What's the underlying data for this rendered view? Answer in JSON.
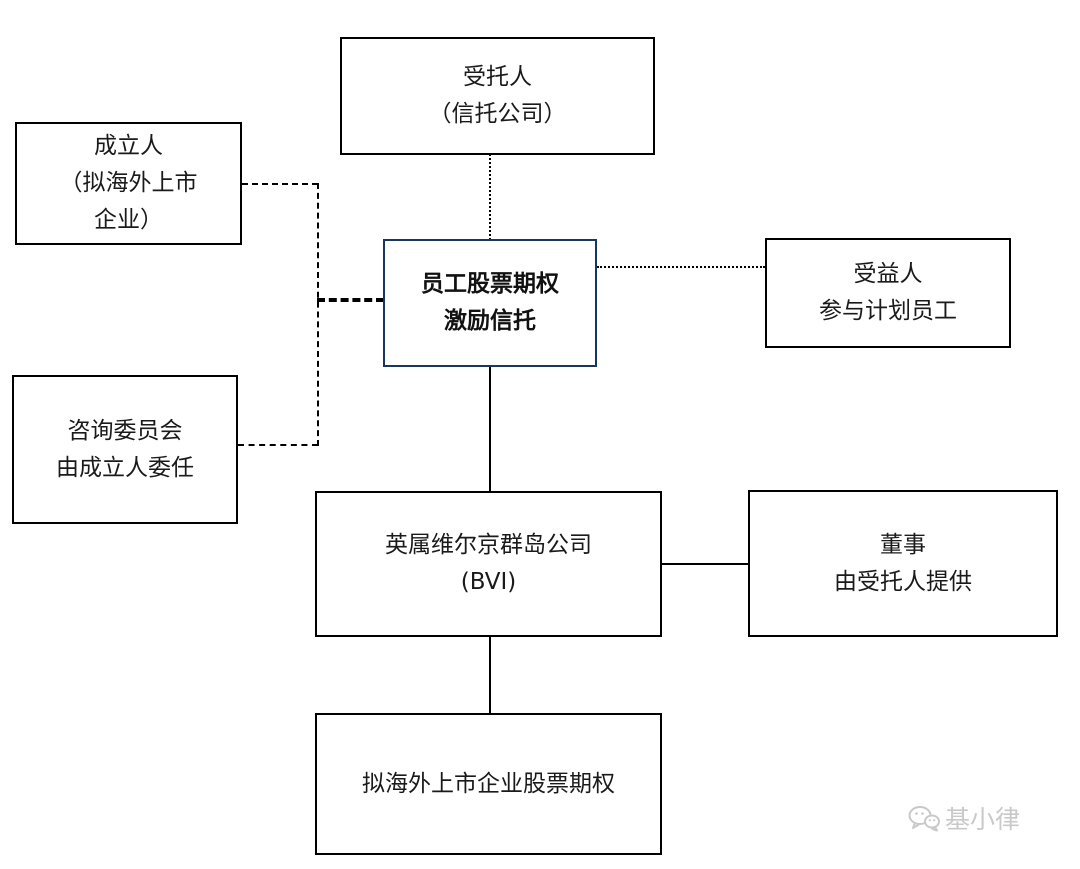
{
  "diagram": {
    "nodes": {
      "trustee": {
        "lines": [
          "受托人",
          "（信托公司）"
        ]
      },
      "founder": {
        "lines": [
          "成立人",
          "（拟海外上市",
          "企业）"
        ]
      },
      "trust": {
        "lines": [
          "员工股票期权",
          "激励信托"
        ]
      },
      "beneficiary": {
        "lines": [
          "受益人",
          "参与计划员工"
        ]
      },
      "advisory": {
        "lines": [
          "咨询委员会",
          "由成立人委任"
        ]
      },
      "bvi": {
        "lines": [
          "英属维尔京群岛公司",
          "(BVI)"
        ]
      },
      "director": {
        "lines": [
          "董事",
          "由受托人提供"
        ]
      },
      "options": {
        "lines": [
          "拟海外上市企业股票期权"
        ]
      }
    },
    "watermark": {
      "label": "基小律"
    },
    "colors": {
      "trust_border": "#17375e",
      "box_border": "#000000",
      "watermark_gray": "#c9c9c9"
    }
  }
}
